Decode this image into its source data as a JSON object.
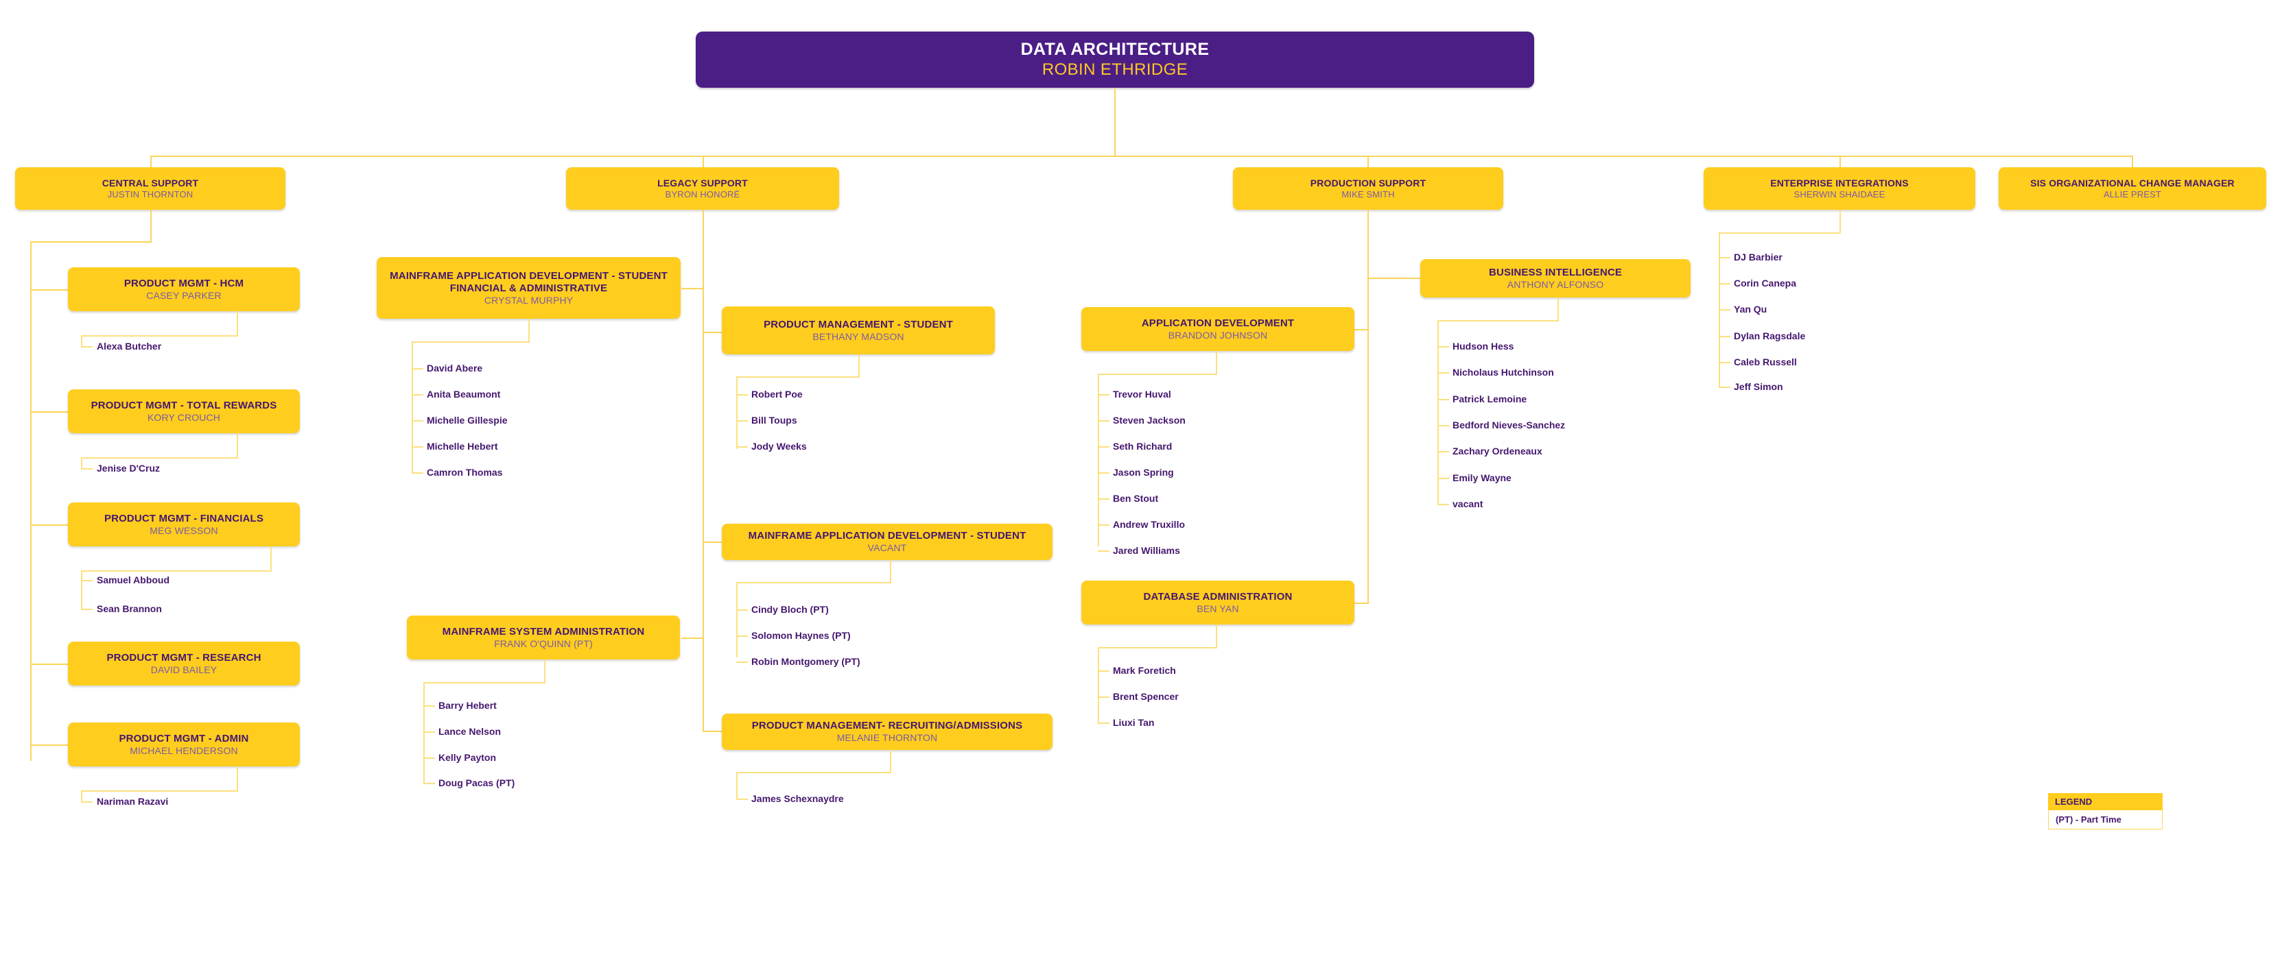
{
  "chart_meta": {
    "type": "org-chart",
    "title": "DATA ARCHITECTURE",
    "accent_yellow": "#FFCD1E",
    "accent_purple": "#4B1E86",
    "line_color": "#FBD55B",
    "name_color": "#7B5AA6",
    "title_color": "#45176E"
  },
  "root": {
    "title": "DATA ARCHITECTURE",
    "name": "ROBIN ETHRIDGE"
  },
  "departments": [
    {
      "id": "central-support",
      "title": "CENTRAL SUPPORT",
      "name": "JUSTIN THORNTON",
      "units": [
        {
          "id": "pm-hcm",
          "title": "PRODUCT MGMT - HCM",
          "name": "CASEY PARKER",
          "people": [
            "Alexa Butcher"
          ]
        },
        {
          "id": "pm-total-rewards",
          "title": "PRODUCT MGMT - TOTAL REWARDS",
          "name": "KORY CROUCH",
          "people": [
            "Jenise D'Cruz"
          ]
        },
        {
          "id": "pm-financials",
          "title": "PRODUCT MGMT - FINANCIALS",
          "name": "MEG WESSON",
          "people": [
            "Samuel Abboud",
            "Sean Brannon"
          ]
        },
        {
          "id": "pm-research",
          "title": "PRODUCT MGMT - RESEARCH",
          "name": "DAVID BAILEY",
          "people": []
        },
        {
          "id": "pm-admin",
          "title": "PRODUCT MGMT - ADMIN",
          "name": "MICHAEL HENDERSON",
          "people": [
            "Nariman Razavi"
          ]
        }
      ]
    },
    {
      "id": "legacy-support",
      "title": "LEGACY SUPPORT",
      "name": "BYRON HONORÉ",
      "units": [
        {
          "id": "mf-app-dev-sfa",
          "title": "MAINFRAME APPLICATION  DEVELOPMENT - STUDENT FINANCIAL & ADMINISTRATIVE",
          "name": "CRYSTAL MURPHY",
          "people": [
            "David Abere",
            "Anita Beaumont",
            "Michelle Gillespie",
            "Michelle Hebert",
            "Camron Thomas"
          ]
        },
        {
          "id": "mf-sys-admin",
          "title": "MAINFRAME SYSTEM ADMINISTRATION",
          "name": "FRANK O'QUINN (PT)",
          "people": [
            "Barry Hebert",
            "Lance Nelson",
            "Kelly Payton",
            "Doug Pacas (PT)"
          ]
        },
        {
          "id": "pm-student",
          "title": "PRODUCT MANAGEMENT - STUDENT",
          "name": "BETHANY MADSON",
          "people": [
            "Robert Poe",
            "Bill Toups",
            "Jody Weeks"
          ]
        },
        {
          "id": "mf-app-dev-student",
          "title": "MAINFRAME APPLICATION DEVELOPMENT - STUDENT",
          "name": "VACANT",
          "people": [
            "Cindy Bloch (PT)",
            "Solomon Haynes (PT)",
            "Robin Montgomery (PT)"
          ]
        },
        {
          "id": "pm-recruiting",
          "title": "PRODUCT MANAGEMENT- RECRUITING/ADMISSIONS",
          "name": "MELANIE THORNTON",
          "people": [
            "James Schexnaydre"
          ]
        }
      ]
    },
    {
      "id": "production-support",
      "title": "PRODUCTION SUPPORT",
      "name": "MIKE SMITH",
      "units": [
        {
          "id": "app-dev",
          "title": "APPLICATION DEVELOPMENT",
          "name": "BRANDON JOHNSON",
          "people": [
            "Trevor Huval",
            "Steven Jackson",
            "Seth Richard",
            "Jason Spring",
            "Ben Stout",
            "Andrew Truxillo",
            "Jared Williams"
          ]
        },
        {
          "id": "db-admin",
          "title": "DATABASE ADMINISTRATION",
          "name": "BEN YAN",
          "people": [
            "Mark Foretich",
            "Brent Spencer",
            "Liuxi Tan"
          ]
        },
        {
          "id": "business-intelligence",
          "title": "BUSINESS INTELLIGENCE",
          "name": "ANTHONY ALFONSO",
          "people": [
            "Hudson Hess",
            "Nicholaus Hutchinson",
            "Patrick Lemoine",
            "Bedford Nieves-Sanchez",
            "Zachary Ordeneaux",
            "Emily Wayne",
            "vacant"
          ]
        }
      ]
    },
    {
      "id": "enterprise-integrations",
      "title": "ENTERPRISE INTEGRATIONS",
      "name": "SHERWIN SHAIDAEE",
      "units": [],
      "people": [
        "DJ Barbier",
        "Corin Canepa",
        "Yan Qu",
        "Dylan Ragsdale",
        "Caleb Russell",
        "Jeff Simon"
      ]
    },
    {
      "id": "sis-ocm",
      "title": "SIS ORGANIZATIONAL CHANGE MANAGER",
      "name": "ALLIE PREST",
      "units": [],
      "people": []
    }
  ],
  "legend": {
    "heading": "LEGEND",
    "entries": [
      "(PT) - Part Time"
    ]
  }
}
